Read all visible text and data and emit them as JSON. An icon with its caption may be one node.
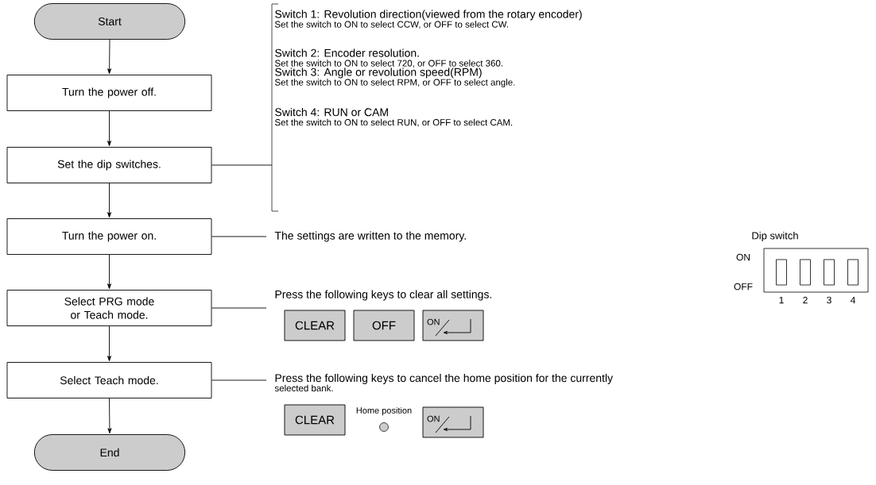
{
  "diagram": {
    "nodes": [
      {
        "text": [
          "Start"
        ]
      },
      {
        "text": [
          "Turn the power off."
        ]
      },
      {
        "text": [
          "Set the dip switches."
        ]
      },
      {
        "text": [
          "Turn the power on."
        ]
      },
      {
        "text": [
          "Select PRG mode or Teach mode."
        ]
      },
      {
        "text": [
          "Select Teach mode."
        ]
      },
      {
        "text": [
          "End"
        ]
      },
      {
        "text": [
          "Switch 1: Revolution direction(viewed from the rotary encoder)",
          "Set the switch to ON to select CCW, or OFF to select CW.",
          "Switch 2: Encoder resolution.",
          "Set the switch to ON to select 720, or OFF to select 360.",
          "Switch 3: Angle or revolution speed(RPM)",
          "Set the switch to ON to select RPM, or OFF to select angle.",
          "Switch 4: RUN or CAM",
          "Set the switch to ON to select RUN, or OFF to select CAM."
        ]
      },
      {
        "text": [
          "The settings are written to the memory."
        ]
      },
      {
        "text": [
          "Press the following keys to clear all settings."
        ]
      },
      {
        "text": [
          "Press the following keys to cancel the home position for the currently",
          "selected bank."
        ]
      },
      {
        "text": [
          "CLEAR"
        ]
      },
      {
        "text": [
          "OFF"
        ]
      },
      {
        "text": [
          "ON"
        ]
      },
      {
        "text": [
          "CLEAR"
        ]
      },
      {
        "text": [
          "ON"
        ]
      }
    ],
    "edges": [
      {
        "from": 0,
        "to": 1,
        "arrow": "to"
      },
      {
        "from": 1,
        "to": 2,
        "arrow": "to"
      },
      {
        "from": 2,
        "to": 3,
        "arrow": "to"
      },
      {
        "from": 3,
        "to": 4,
        "arrow": "to"
      },
      {
        "from": 4,
        "to": 5,
        "arrow": "to"
      },
      {
        "from": 5,
        "to": 6,
        "arrow": "to"
      },
      {
        "from": 2,
        "to": 7,
        "arrow": "none"
      },
      {
        "from": 3,
        "to": 8,
        "arrow": "none"
      },
      {
        "from": 4,
        "to": 9,
        "arrow": "none"
      },
      {
        "from": 5,
        "to": 10,
        "arrow": "none"
      }
    ],
    "labels": [
      "Home position",
      "Dip switch",
      "ON",
      "OFF",
      "1",
      "2",
      "3",
      "4"
    ]
  }
}
